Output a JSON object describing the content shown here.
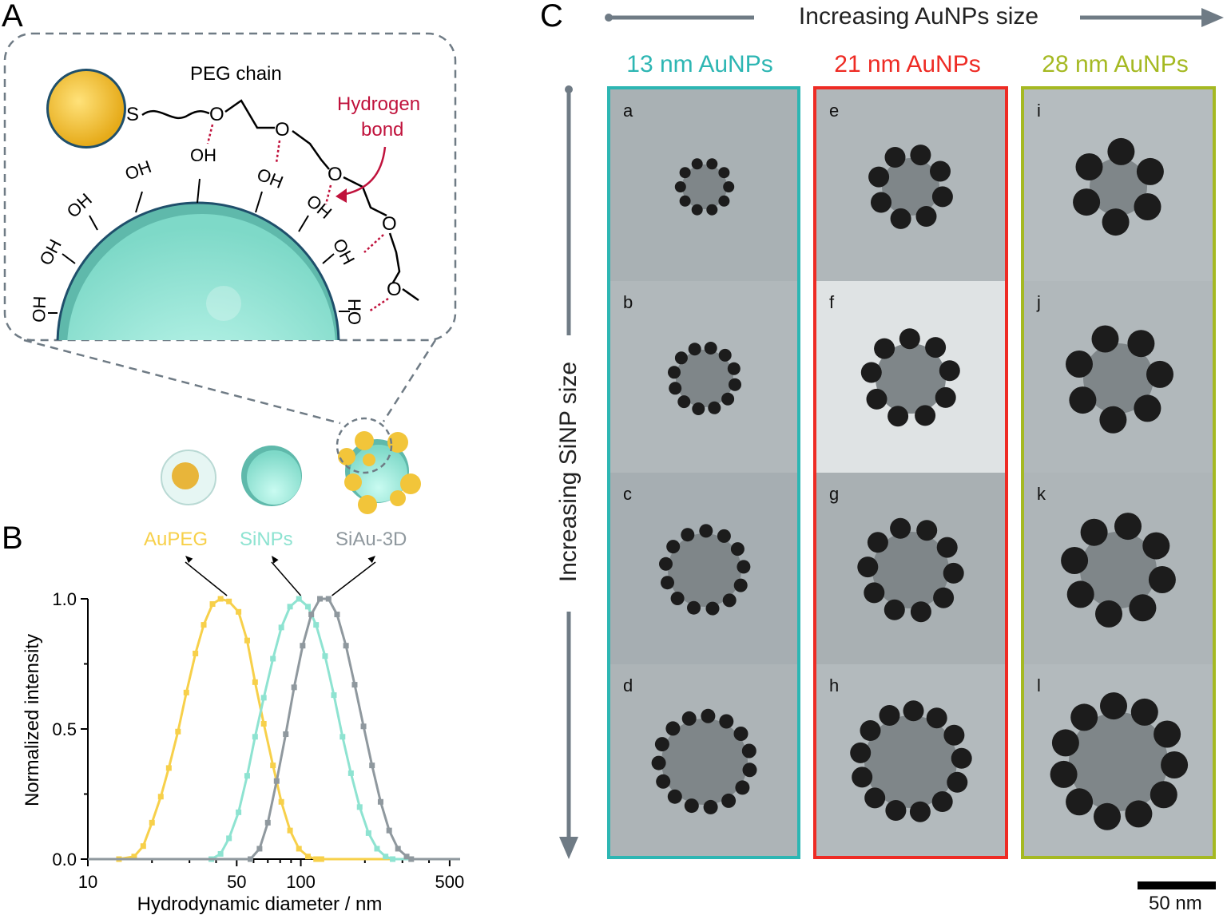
{
  "panel_labels": {
    "a": "A",
    "b": "B",
    "c": "C"
  },
  "panel_a": {
    "peg_label": "PEG chain",
    "hbond_label_1": "Hydrogen",
    "hbond_label_2": "bond",
    "sulfur": "S",
    "oxygen": "O",
    "hydroxyl": "OH",
    "hydroxyl_flipped": "HO",
    "colors": {
      "gold": "#f2c53a",
      "silica": "#8fe6d6",
      "hbond": "#c0123c",
      "dash": "#6f7b85"
    }
  },
  "panel_b": {
    "legend": {
      "aupeg": "AuPEG",
      "sinps": "SiNPs",
      "siau": "SiAu-3D"
    },
    "colors": {
      "aupeg": "#f7d04a",
      "sinps": "#8ee3d1",
      "siau": "#8f989e"
    },
    "chart_data": {
      "type": "line",
      "xscale": "log",
      "xlabel": "Hydrodynamic diameter / nm",
      "ylabel": "Normalized intensity",
      "xlim": [
        10,
        560
      ],
      "ylim": [
        0,
        1
      ],
      "xticks": [
        10,
        50,
        100,
        500
      ],
      "xtick_labels": [
        "10",
        "50",
        "100",
        "500"
      ],
      "yticks": [
        0,
        0.5,
        1
      ],
      "ytick_labels": [
        "0.0",
        "0.5",
        "1.0"
      ],
      "series": [
        {
          "name": "AuPEG",
          "x": [
            10,
            14,
            16.5,
            18.2,
            20,
            22,
            24,
            26.5,
            29,
            32,
            35,
            38.5,
            42,
            46,
            51,
            56,
            61,
            67,
            74,
            81,
            89,
            98,
            108,
            118,
            125,
            560
          ],
          "y": [
            0,
            0,
            0.01,
            0.05,
            0.14,
            0.24,
            0.35,
            0.49,
            0.64,
            0.79,
            0.9,
            0.98,
            1.0,
            0.99,
            0.95,
            0.84,
            0.68,
            0.52,
            0.36,
            0.22,
            0.11,
            0.04,
            0.01,
            0.0,
            0,
            0
          ]
        },
        {
          "name": "SiNPs",
          "x": [
            10,
            38,
            42,
            46,
            51,
            56,
            61,
            67,
            74,
            81,
            89,
            98,
            108,
            118,
            130,
            143,
            157,
            172,
            189,
            208,
            228,
            250,
            270,
            560
          ],
          "y": [
            0,
            0,
            0.02,
            0.08,
            0.18,
            0.32,
            0.47,
            0.62,
            0.77,
            0.89,
            0.97,
            1.0,
            0.97,
            0.9,
            0.78,
            0.63,
            0.47,
            0.33,
            0.2,
            0.1,
            0.04,
            0.01,
            0,
            0
          ]
        },
        {
          "name": "SiAu-3D",
          "x": [
            10,
            58,
            64,
            70,
            77,
            85,
            93,
            102,
            112,
            123,
            135,
            148,
            163,
            179,
            197,
            216,
            237,
            260,
            286,
            314,
            330,
            560
          ],
          "y": [
            0,
            0,
            0.04,
            0.14,
            0.3,
            0.48,
            0.66,
            0.82,
            0.94,
            1.0,
            1.0,
            0.94,
            0.82,
            0.67,
            0.51,
            0.36,
            0.22,
            0.11,
            0.04,
            0.01,
            0,
            0
          ]
        }
      ]
    }
  },
  "panel_c": {
    "top_label": "Increasing AuNPs size",
    "side_label": "Increasing SiNP size",
    "scale_bar": "50 nm",
    "columns": [
      {
        "title": "13 nm AuNPs",
        "color": "#2db6b3",
        "tiles": [
          "a",
          "b",
          "c",
          "d"
        ]
      },
      {
        "title": "21 nm AuNPs",
        "color": "#ee2b24",
        "tiles": [
          "e",
          "f",
          "g",
          "h"
        ]
      },
      {
        "title": "28 nm AuNPs",
        "color": "#a5b922",
        "tiles": [
          "i",
          "j",
          "k",
          "l"
        ]
      }
    ]
  }
}
